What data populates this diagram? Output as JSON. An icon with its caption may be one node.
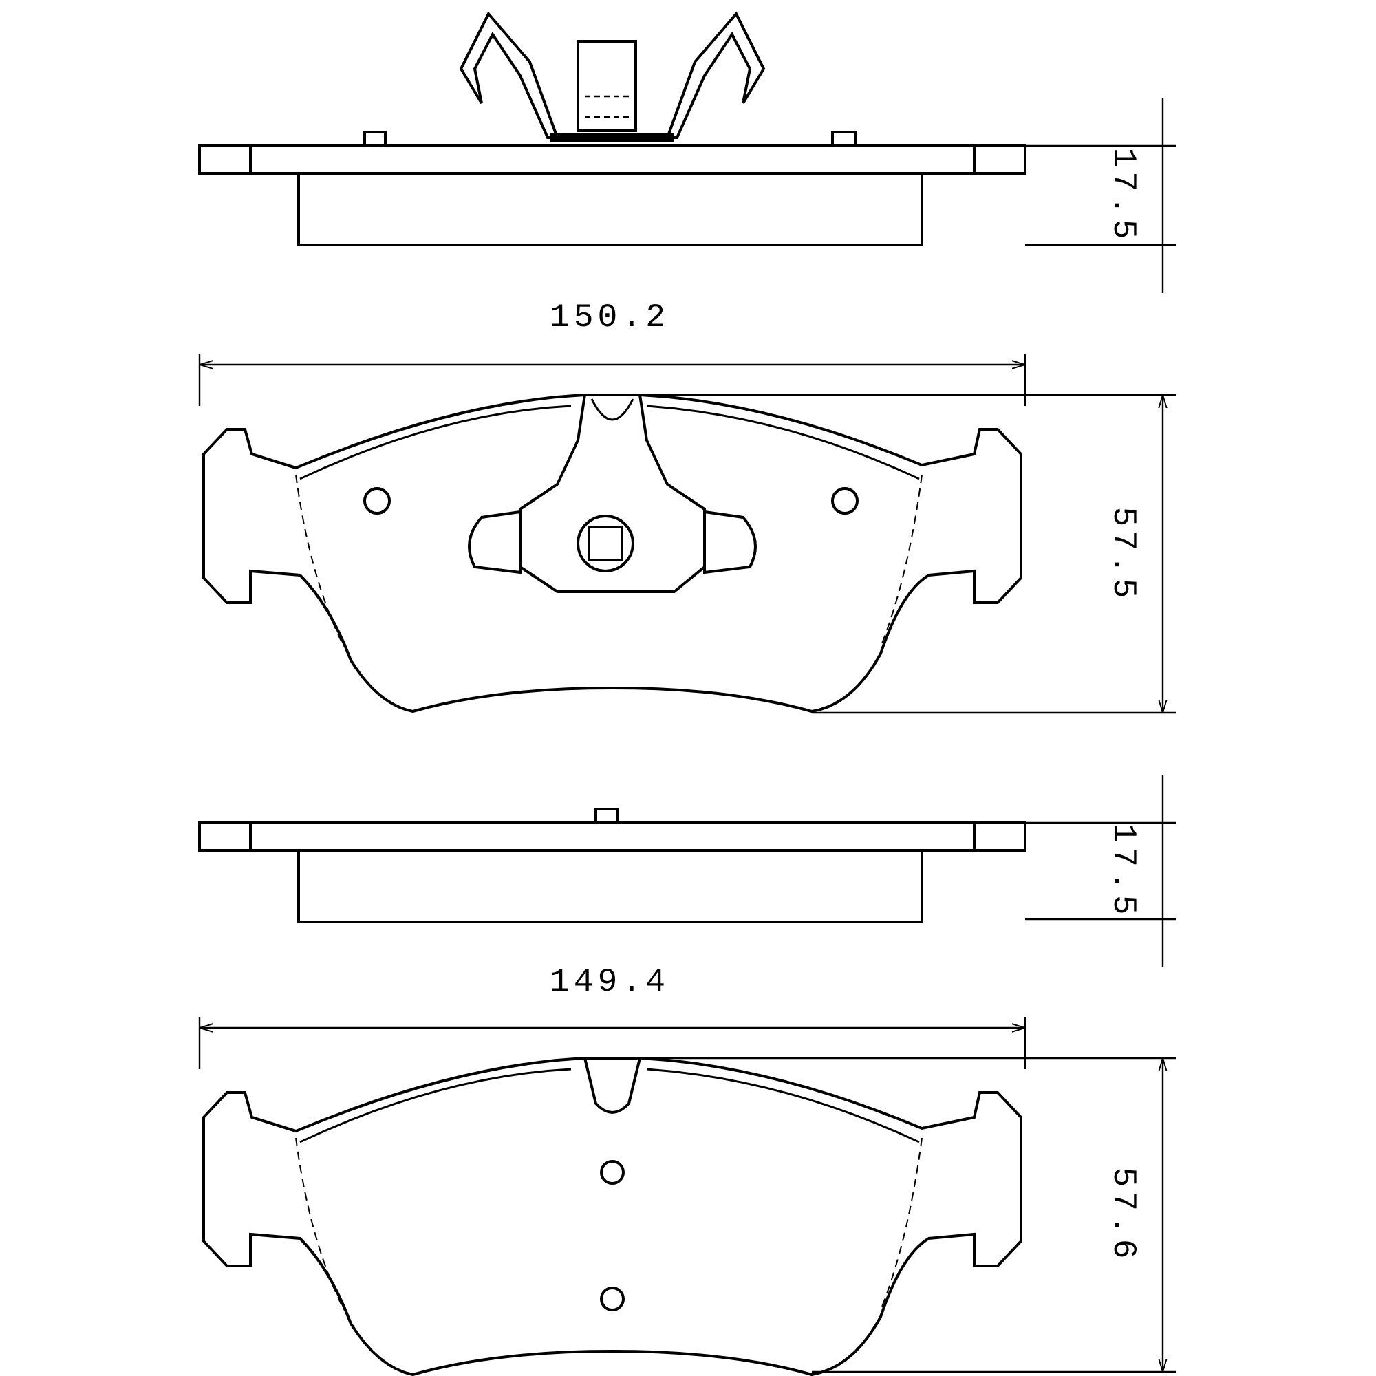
{
  "diagram": {
    "labels": [
      "17.5",
      "150.2",
      "57.5",
      "17.5",
      "149.4",
      "57.6"
    ]
  }
}
